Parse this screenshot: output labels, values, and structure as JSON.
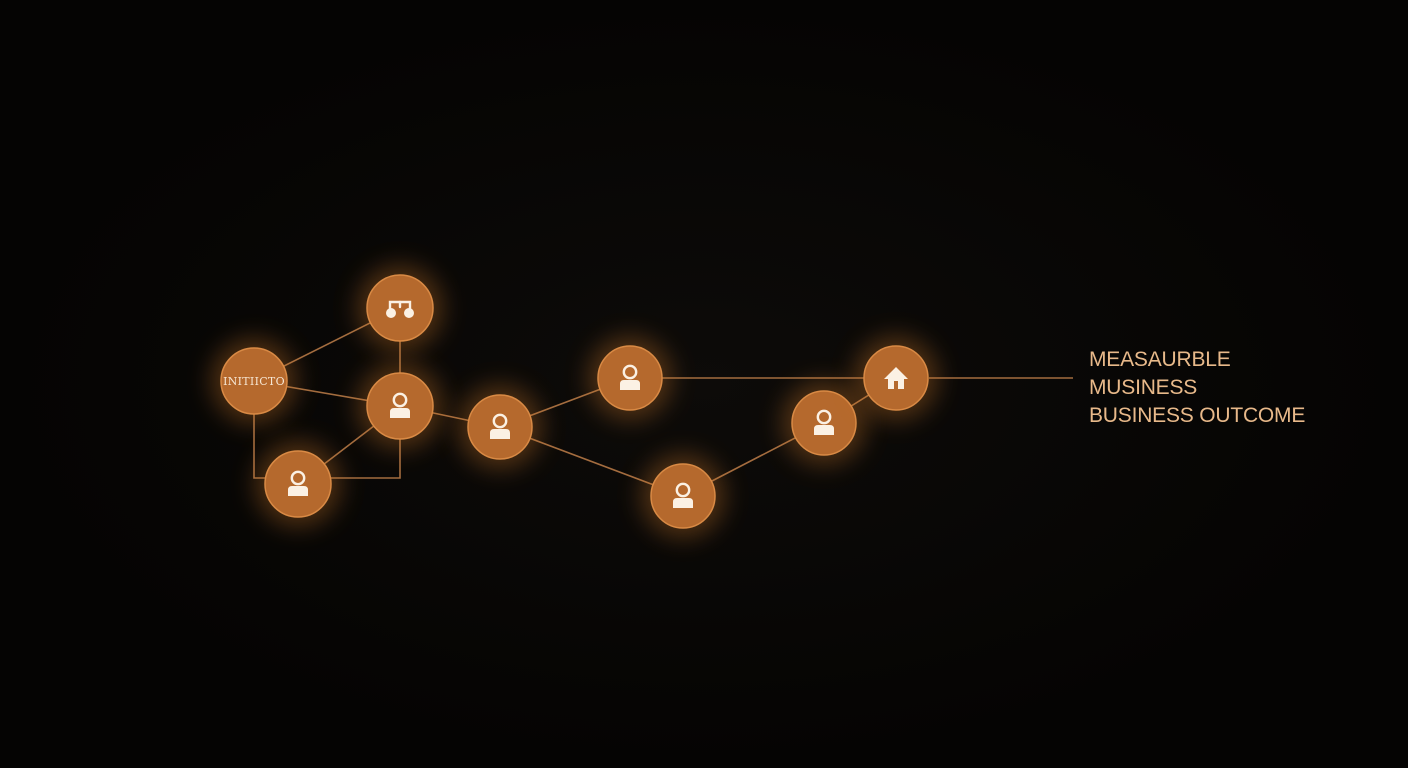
{
  "colors": {
    "background": "#060504",
    "node_fill": "#b5692d",
    "node_glow": "#d07a2c",
    "edge": "#b57846",
    "icon": "#fbf1e4",
    "outcome_text": "#e8b98a"
  },
  "diagram": {
    "nodes": [
      {
        "id": "n-start",
        "label": "INITIICTO",
        "icon": ""
      },
      {
        "id": "n-top",
        "label": "",
        "icon": "network-icon"
      },
      {
        "id": "n-center",
        "label": "",
        "icon": "person-icon"
      },
      {
        "id": "n-bottom-left",
        "label": "",
        "icon": "person-icon"
      },
      {
        "id": "n-mid",
        "label": "",
        "icon": "person-icon"
      },
      {
        "id": "n-upper",
        "label": "",
        "icon": "person-icon"
      },
      {
        "id": "n-lower",
        "label": "",
        "icon": "person-icon"
      },
      {
        "id": "n-right",
        "label": "",
        "icon": "person-icon"
      },
      {
        "id": "n-end",
        "label": "",
        "icon": "house-icon"
      }
    ],
    "edges": [
      [
        "n-start",
        "n-top"
      ],
      [
        "n-start",
        "n-center"
      ],
      [
        "n-top",
        "n-center"
      ],
      [
        "n-center",
        "n-bottom-left"
      ],
      [
        "n-center",
        "n-mid"
      ],
      [
        "n-mid",
        "n-upper"
      ],
      [
        "n-mid",
        "n-lower"
      ],
      [
        "n-upper",
        "n-end"
      ],
      [
        "n-lower",
        "n-right"
      ],
      [
        "n-right",
        "n-end"
      ]
    ]
  },
  "outcome": {
    "line1": "MEASAURBLE",
    "line2": "MUSINESS",
    "line3": "BUSINESS OUTCOME"
  }
}
